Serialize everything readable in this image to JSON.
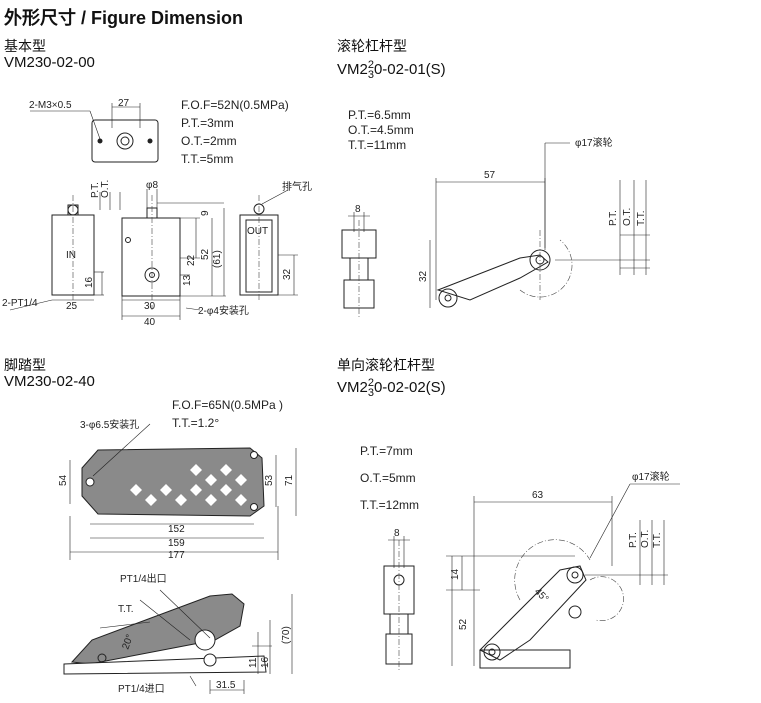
{
  "header": {
    "title": "外形尺寸 / Figure Dimension"
  },
  "basic": {
    "name": "基本型",
    "model": "VM230-02-00",
    "specs": [
      "F.O.F=52N(0.5MPa)",
      "P.T.=3mm",
      "O.T.=2mm",
      "T.T.=5mm"
    ],
    "labels": {
      "screw": "2-M3×0.5",
      "w27": "27",
      "exhaust": "排气孔",
      "in": "IN",
      "out": "OUT",
      "phi8": "φ8",
      "pt": "P.T.",
      "ot": "O.T.",
      "d9": "9",
      "d22": "22",
      "d52": "52",
      "d61": "(61)",
      "d16": "16",
      "d13": "13",
      "d25": "25",
      "d30": "30",
      "d40": "40",
      "d32": "32",
      "port": "2-PT1/4",
      "mount": "2-φ4安装孔"
    }
  },
  "roller": {
    "name": "滚轮杠杆型",
    "model_prefix": "VM2",
    "model_sup": "2",
    "model_sub": "3",
    "model_suffix": "0-02-01(S)",
    "specs": [
      "P.T.=6.5mm",
      "O.T.=4.5mm",
      "T.T.=11mm"
    ],
    "labels": {
      "roller": "φ17滚轮",
      "d57": "57",
      "d8": "8",
      "d32": "32",
      "pt": "P.T.",
      "ot": "O.T.",
      "tt": "T.T."
    }
  },
  "foot": {
    "name": "脚踏型",
    "model": "VM230-02-40",
    "specs": [
      "F.O.F=65N(0.5MPa )",
      "T.T.=1.2°"
    ],
    "labels": {
      "mount": "3-φ6.5安装孔",
      "d54": "54",
      "d53": "53",
      "d71": "71",
      "d152": "152",
      "d159": "159",
      "d177": "177",
      "out": "PT1/4出口",
      "in": "PT1/4进口",
      "tt": "T.T.",
      "d20": "20°",
      "d11": "11",
      "d16": "16",
      "d70": "(70)",
      "d315": "31.5"
    }
  },
  "oneway": {
    "name": "单向滚轮杠杆型",
    "model_prefix": "VM2",
    "model_sup": "2",
    "model_sub": "3",
    "model_suffix": "0-02-02(S)",
    "specs": [
      "P.T.=7mm",
      "O.T.=5mm",
      "T.T.=12mm"
    ],
    "labels": {
      "roller": "φ17滚轮",
      "d63": "63",
      "d8": "8",
      "d14": "14",
      "d52": "52",
      "d45": "45°",
      "pt": "P.T.",
      "ot": "O.T.",
      "tt": "T.T."
    }
  }
}
